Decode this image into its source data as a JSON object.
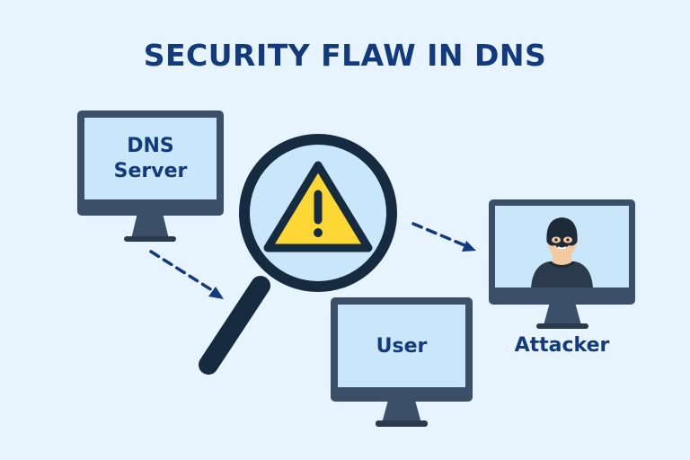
{
  "title": "SECURITY FLAW IN DNS",
  "nodes": {
    "dns_server": {
      "line1": "DNS",
      "line2": "Server"
    },
    "user": {
      "label": "User"
    },
    "attacker": {
      "label": "Attacker"
    }
  },
  "icons": {
    "center": "magnifying-glass-with-warning-icon",
    "warning": "warning-triangle-icon",
    "attacker_avatar": "masked-attacker-icon"
  },
  "arrows": [
    {
      "from": "dns_server",
      "to": "magnifier",
      "style": "dashed"
    },
    {
      "from": "magnifier",
      "to": "attacker",
      "style": "dashed"
    }
  ],
  "colors": {
    "background": "#e8f4fd",
    "title": "#123a7c",
    "monitor_frame": "#3b5068",
    "screen": "#c9e6fb",
    "warning": "#fdd835",
    "outline": "#162a40",
    "arrow": "#123a7c"
  }
}
